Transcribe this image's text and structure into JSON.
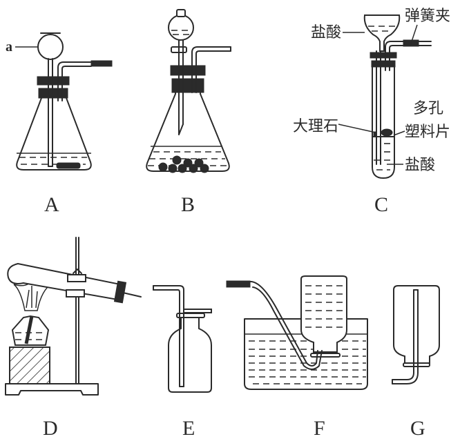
{
  "figure": {
    "apparatus": [
      {
        "id": "A",
        "label": "A",
        "parts": [
          "thistle funnel (labelled a)",
          "conical flask",
          "rubber stopper",
          "delivery tube with rubber hose",
          "liquid",
          "solid"
        ]
      },
      {
        "id": "B",
        "label": "B",
        "parts": [
          "separatory funnel with stopcock",
          "conical flask",
          "rubber stopper",
          "delivery tube",
          "liquid",
          "solid granules"
        ]
      },
      {
        "id": "C",
        "label": "C",
        "parts": [
          "long-neck funnel",
          "test tube",
          "porous plastic sheet",
          "spring clip",
          "marble",
          "hydrochloric acid"
        ]
      },
      {
        "id": "D",
        "label": "D",
        "parts": [
          "iron stand",
          "clamp",
          "test tube sloping down",
          "alcohol lamp",
          "wooden block"
        ]
      },
      {
        "id": "E",
        "label": "E",
        "parts": [
          "gas collection bottle",
          "glass plate",
          "delivery tube to bottom"
        ]
      },
      {
        "id": "F",
        "label": "F",
        "parts": [
          "water trough",
          "inverted gas jar filled with water",
          "delivery tube"
        ]
      },
      {
        "id": "G",
        "label": "G",
        "parts": [
          "inverted gas bottle",
          "long tube inside"
        ]
      }
    ],
    "annotations": {
      "A_funnel": "a",
      "C_top_acid": "盐酸",
      "C_clip": "弹簧夹",
      "C_marble": "大理石",
      "C_sheet_line1": "多孔",
      "C_sheet_line2": "塑料片",
      "C_bottom_acid": "盐酸"
    }
  }
}
